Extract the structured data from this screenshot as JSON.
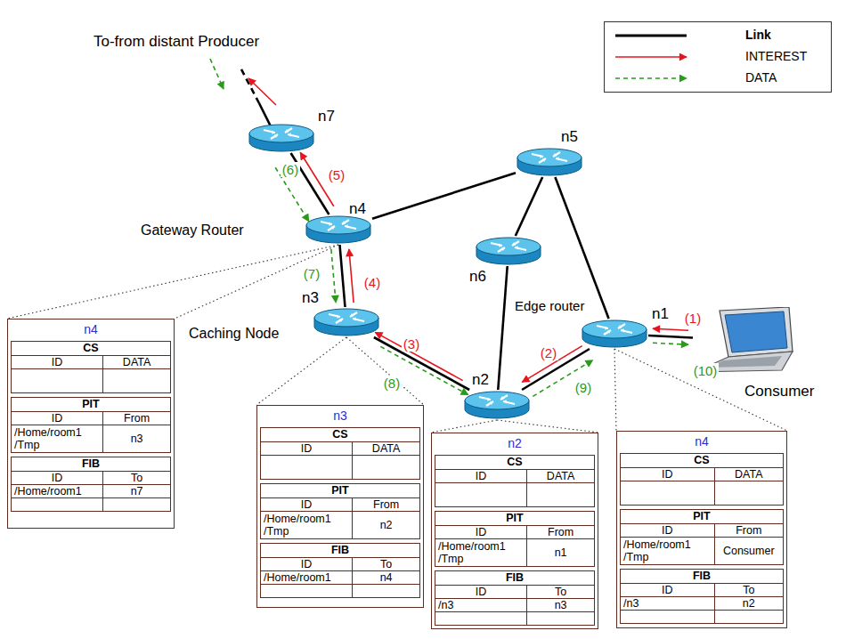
{
  "diagram": {
    "nodes": [
      {
        "text": [
          "n7"
        ]
      },
      {
        "text": [
          "n5"
        ]
      },
      {
        "text": [
          "n4",
          "Gateway Router"
        ]
      },
      {
        "text": [
          "n6"
        ]
      },
      {
        "text": [
          "n3",
          "Caching Node"
        ]
      },
      {
        "text": [
          "n1",
          "Edge router"
        ]
      },
      {
        "text": [
          "Consumer"
        ]
      },
      {
        "text": [
          "n2"
        ]
      },
      {
        "text": [
          "n4"
        ]
      },
      {
        "text": [
          "CS",
          "ID",
          "DATA"
        ],
        "in": 8
      },
      {
        "text": [
          "PIT",
          "ID",
          "From",
          "/Home/room1 /Tmp",
          "n3"
        ],
        "in": 8
      },
      {
        "text": [
          "FIB",
          "ID",
          "To",
          "/Home/room1",
          "n7"
        ],
        "in": 8
      },
      {
        "text": [
          "n3"
        ]
      },
      {
        "text": [
          "CS",
          "ID",
          "DATA"
        ],
        "in": 12
      },
      {
        "text": [
          "PIT",
          "ID",
          "From",
          "/Home/room1 /Tmp",
          "n2"
        ],
        "in": 12
      },
      {
        "text": [
          "FIB",
          "ID",
          "To",
          "/Home/room1",
          "n4"
        ],
        "in": 12
      },
      {
        "text": [
          "n2"
        ]
      },
      {
        "text": [
          "CS",
          "ID",
          "DATA"
        ],
        "in": 16
      },
      {
        "text": [
          "PIT",
          "ID",
          "From",
          "/Home/room1 /Tmp",
          "n1"
        ],
        "in": 16
      },
      {
        "text": [
          "FIB",
          "ID",
          "To",
          "/n3",
          "n3"
        ],
        "in": 16
      },
      {
        "text": [
          "n4"
        ]
      },
      {
        "text": [
          "CS",
          "ID",
          "DATA"
        ],
        "in": 20
      },
      {
        "text": [
          "PIT",
          "ID",
          "From",
          "/Home/room1 /Tmp",
          "Consumer"
        ],
        "in": 20
      },
      {
        "text": [
          "FIB",
          "ID",
          "To",
          "/n3",
          "n2"
        ],
        "in": 20
      }
    ],
    "edges": [
      {
        "from": 0,
        "to": 2,
        "arrow": "none"
      },
      {
        "from": 2,
        "to": 1,
        "arrow": "none"
      },
      {
        "from": 2,
        "to": 4,
        "arrow": "none"
      },
      {
        "from": 4,
        "to": 7,
        "arrow": "none"
      },
      {
        "from": 7,
        "to": 3,
        "arrow": "none"
      },
      {
        "from": 3,
        "to": 1,
        "arrow": "none"
      },
      {
        "from": 1,
        "to": 5,
        "arrow": "none"
      },
      {
        "from": 7,
        "to": 5,
        "arrow": "none"
      },
      {
        "from": 5,
        "to": 6,
        "arrow": "none"
      },
      {
        "from": 6,
        "to": 5,
        "arrow": "to",
        "label": "(1)"
      },
      {
        "from": 5,
        "to": 7,
        "arrow": "to",
        "label": "(2)"
      },
      {
        "from": 7,
        "to": 4,
        "arrow": "to",
        "label": "(3)"
      },
      {
        "from": 4,
        "to": 2,
        "arrow": "to",
        "label": "(4)"
      },
      {
        "from": 2,
        "to": 0,
        "arrow": "to",
        "label": "(5)"
      },
      {
        "from": 0,
        "to": 2,
        "arrow": "to",
        "label": "(6)"
      },
      {
        "from": 2,
        "to": 4,
        "arrow": "to",
        "label": "(7)"
      },
      {
        "from": 4,
        "to": 7,
        "arrow": "to",
        "label": "(8)"
      },
      {
        "from": 7,
        "to": 5,
        "arrow": "to",
        "label": "(9)"
      },
      {
        "from": 5,
        "to": 6,
        "arrow": "to",
        "label": "(10)"
      },
      {
        "from": 2,
        "to": 8,
        "arrow": "none"
      },
      {
        "from": 2,
        "to": 8,
        "arrow": "none"
      },
      {
        "from": 4,
        "to": 12,
        "arrow": "none"
      },
      {
        "from": 4,
        "to": 12,
        "arrow": "none"
      },
      {
        "from": 7,
        "to": 16,
        "arrow": "none"
      },
      {
        "from": 7,
        "to": 16,
        "arrow": "none"
      },
      {
        "from": 5,
        "to": 20,
        "arrow": "none"
      },
      {
        "from": 5,
        "to": 20,
        "arrow": "none"
      }
    ],
    "labels": [
      "To-from distant Producer"
    ],
    "legend": [
      {
        "text": "Link"
      },
      {
        "text": "INTEREST"
      },
      {
        "text": "DATA"
      }
    ]
  }
}
